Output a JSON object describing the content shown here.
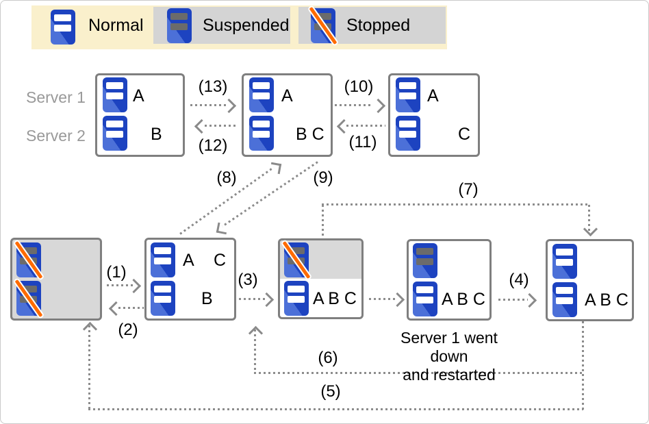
{
  "legend": {
    "items": [
      {
        "label": "Normal",
        "state": "normal"
      },
      {
        "label": "Suspended",
        "state": "suspended"
      },
      {
        "label": "Stopped",
        "state": "stopped"
      }
    ]
  },
  "row_labels": {
    "server1": "Server 1",
    "server2": "Server 2"
  },
  "note": {
    "line1": "Server 1 went down",
    "line2": "and restarted"
  },
  "boxes": {
    "t1": {
      "row1": "A",
      "row2": "B"
    },
    "t2": {
      "row1": "A",
      "row2": "B C"
    },
    "t3": {
      "row1": "A",
      "row2": "C"
    },
    "b1": {
      "row1": "",
      "row2": ""
    },
    "b2": {
      "row1_a": "A",
      "row1_c": "C",
      "row2": "B"
    },
    "b3": {
      "row2": "A B C"
    },
    "b4": {
      "row2": "A B C"
    },
    "b5": {
      "row2": "A B C"
    }
  },
  "arrows": {
    "a1": "(1)",
    "a2": "(2)",
    "a3": "(3)",
    "a4": "(4)",
    "a5": "(5)",
    "a6": "(6)",
    "a7": "(7)",
    "a8": "(8)",
    "a9": "(9)",
    "a10": "(10)",
    "a11": "(11)",
    "a12": "(12)",
    "a13": "(13)"
  },
  "icons": {
    "server": "server-tower-icon",
    "stopped_overlay": "diagonal-slash"
  },
  "colors": {
    "server_blue": "#1d43c0",
    "server_blue_highlight": "#4c70d8",
    "bar_normal": "#ffffff",
    "bar_suspended": "#6b6b6b",
    "stopped_slash": "#ff6b00",
    "legend_bg": "#faf0cc",
    "gray_block": "#d4d4d4",
    "box_border": "#7f7f7f",
    "arrow_gray": "#8c8c8c",
    "row_label_gray": "#999999"
  }
}
